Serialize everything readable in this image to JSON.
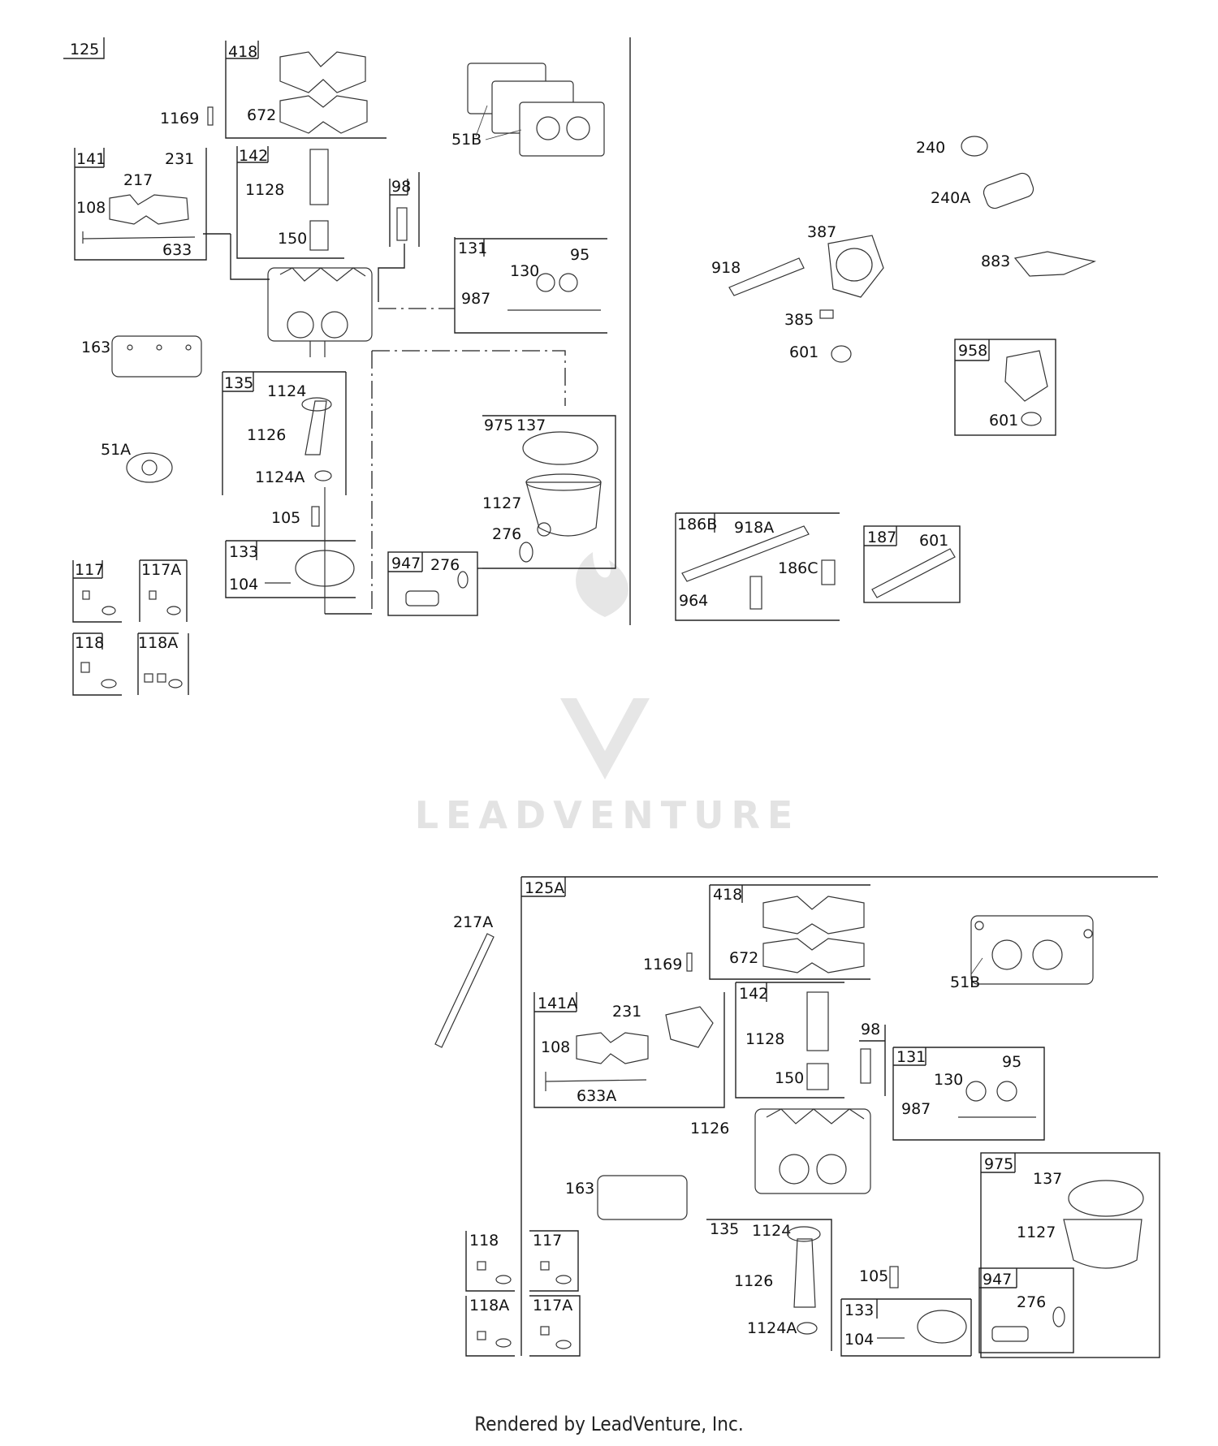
{
  "watermark": {
    "wordmark": "LEADVENTURE",
    "icon": "flame-v-logo-icon"
  },
  "footer": {
    "text": "Rendered by LeadVenture, Inc."
  },
  "colors": {
    "line": "#222222",
    "watermark": "#e3e3e3",
    "background": "#ffffff"
  },
  "callouts": {
    "t125": "125",
    "t418": "418",
    "t672": "672",
    "t1169": "1169",
    "t51B": "51B",
    "t141": "141",
    "t231": "231",
    "t217": "217",
    "t108": "108",
    "t633": "633",
    "t142": "142",
    "t1128": "1128",
    "t150": "150",
    "t98": "98",
    "t131": "131",
    "t130": "130",
    "t95": "95",
    "t987": "987",
    "t163": "163",
    "t135": "135",
    "t1124": "1124",
    "t1126": "1126",
    "t1124A": "1124A",
    "t51A": "51A",
    "t105": "105",
    "t133": "133",
    "t104": "104",
    "t975": "975",
    "t137": "137",
    "t1127": "1127",
    "t276": "276",
    "t947": "947",
    "t276b": "276",
    "t117": "117",
    "t117A": "117A",
    "t118": "118",
    "t118A": "118A",
    "r240": "240",
    "r240A": "240A",
    "r387": "387",
    "r918": "918",
    "r883": "883",
    "r385": "385",
    "r601": "601",
    "r958": "958",
    "r601b": "601",
    "r186B": "186B",
    "r918A": "918A",
    "r186C": "186C",
    "r964": "964",
    "r187": "187",
    "r601c": "601",
    "b217A": "217A",
    "b125A": "125A",
    "b418": "418",
    "b672": "672",
    "b1169": "1169",
    "b51B": "51B",
    "b141A": "141A",
    "b231": "231",
    "b108": "108",
    "b633A": "633A",
    "b142": "142",
    "b1128": "1128",
    "b150": "150",
    "b98": "98",
    "b131": "131",
    "b130": "130",
    "b95": "95",
    "b987": "987",
    "b1126": "1126",
    "b163": "163",
    "b975": "975",
    "b137": "137",
    "b1127": "1127",
    "b118": "118",
    "b117": "117",
    "b118A": "118A",
    "b117A": "117A",
    "b135": "135",
    "b1124": "1124",
    "b1126b": "1126",
    "b1124A": "1124A",
    "b105": "105",
    "b133": "133",
    "b104": "104",
    "b947": "947",
    "b276": "276"
  }
}
